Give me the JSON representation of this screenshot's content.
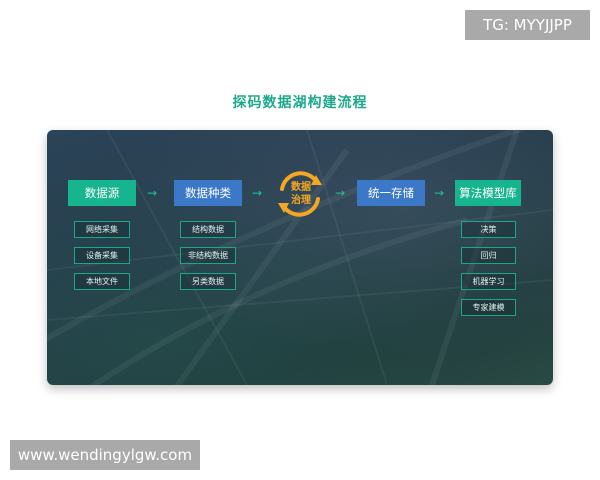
{
  "watermarks": {
    "top": "TG: MYYJJPP",
    "bottom": "www.wendingylgw.com"
  },
  "title": "探码数据湖构建流程",
  "columns": [
    {
      "header": "数据源",
      "items": [
        "网络采集",
        "设备采集",
        "本地文件"
      ]
    },
    {
      "header": "数据种类",
      "items": [
        "结构数据",
        "非结构数据",
        "另类数据"
      ]
    },
    {
      "header": "数据治理",
      "items": []
    },
    {
      "header": "统一存储",
      "items": []
    },
    {
      "header": "算法模型库",
      "items": [
        "决策",
        "回归",
        "机器学习",
        "专家建模"
      ]
    }
  ],
  "cycle": {
    "line1": "数据",
    "line2": "治理"
  },
  "colors": {
    "accent_green": "#17b58f",
    "accent_blue": "#3c78c8",
    "cycle_orange": "#f5a623",
    "title_green": "#1fa88c"
  },
  "arrows": [
    "→",
    "→",
    "→",
    "→"
  ]
}
